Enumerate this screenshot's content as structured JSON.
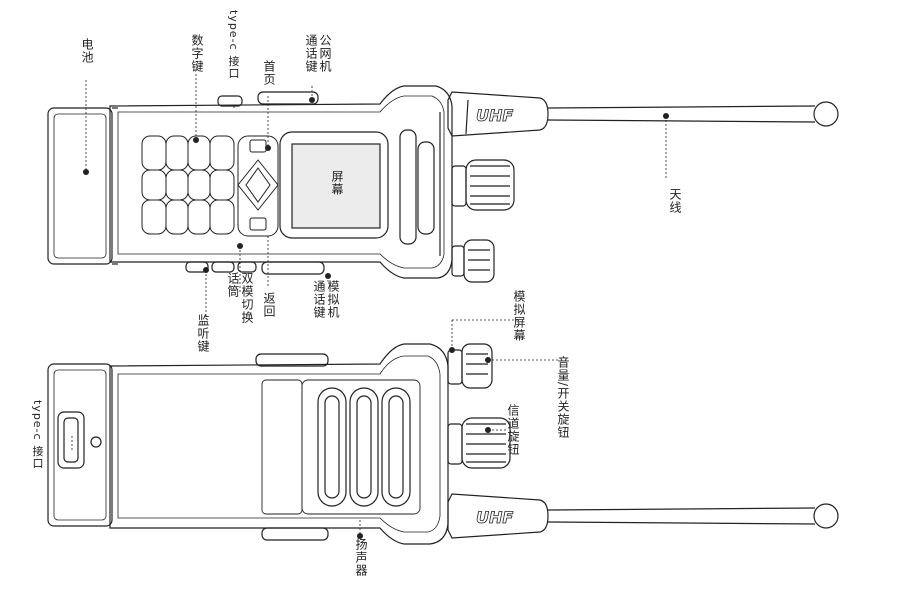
{
  "labels": {
    "battery": "电池",
    "digit_keys": "数字键",
    "typec_top": "type-c 接口",
    "home": "首页",
    "ptt_public": "公网机\n通话键",
    "screen": "屏幕",
    "antenna": "天线",
    "ptt_analog": "模拟机\n通话键",
    "back": "返回",
    "dual_mode": "双模切换\n话筒",
    "monitor": "监听键",
    "analog_screen": "模拟屏幕",
    "volume_knob": "音量/开关旋钮",
    "channel_knob": "信道旋钮",
    "typec_bottom": "type-c 接口",
    "speaker": "扬声器",
    "uhf_top": "UHF",
    "uhf_bottom": "UHF"
  },
  "colors": {
    "line": "#222222",
    "screen_fill": "#ececec"
  }
}
